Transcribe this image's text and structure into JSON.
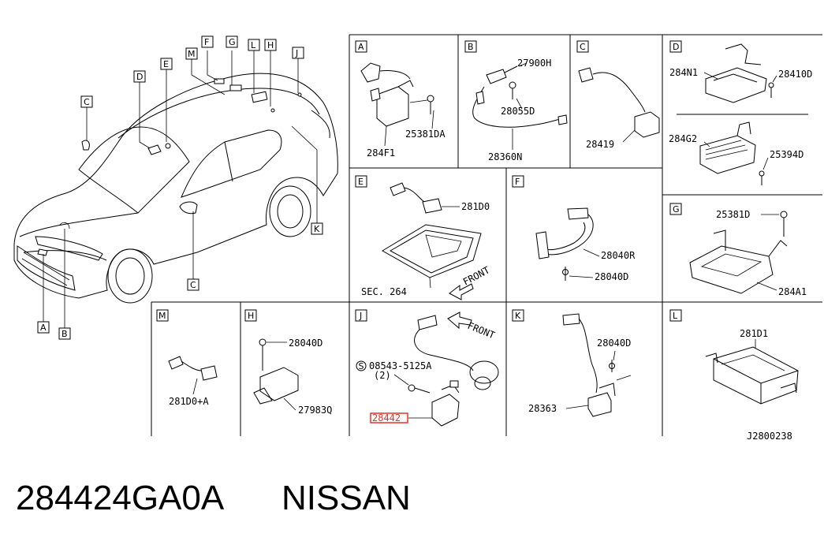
{
  "diagram": {
    "section_letters": {
      "A": "A",
      "B": "B",
      "C": "C",
      "D": "D",
      "E": "E",
      "F": "F",
      "G": "G",
      "H": "H",
      "J": "J",
      "K": "K",
      "L": "L",
      "M": "M"
    },
    "part_labels": {
      "a_25381DA": "25381DA",
      "a_284F1": "284F1",
      "b_27900H": "27900H",
      "b_28055D": "28055D",
      "b_28360N": "28360N",
      "c_28419": "28419",
      "d_284N1": "284N1",
      "d_28410D": "28410D",
      "d_284G2": "284G2",
      "d_25394D": "25394D",
      "e_281D0": "281D0",
      "e_sec264": "SEC. 264",
      "e_front": "FRONT",
      "f_28040R": "28040R",
      "f_28040D": "28040D",
      "g_25381D": "25381D",
      "g_284A1": "284A1",
      "m_281D0A": "281D0+A",
      "h_28040D": "28040D",
      "h_27983Q": "27983Q",
      "j_front": "FRONT",
      "j_s": "S",
      "j_08543": "08543-5125A",
      "j_qty": "(2)",
      "j_28442": "28442",
      "k_28040D": "28040D",
      "k_28363": "28363",
      "l_281D1": "281D1",
      "drawing_no": "J2800238"
    },
    "highlight_color": "#e8302c",
    "caption": {
      "part_number": "284424GA0A",
      "brand": "NISSAN"
    }
  }
}
